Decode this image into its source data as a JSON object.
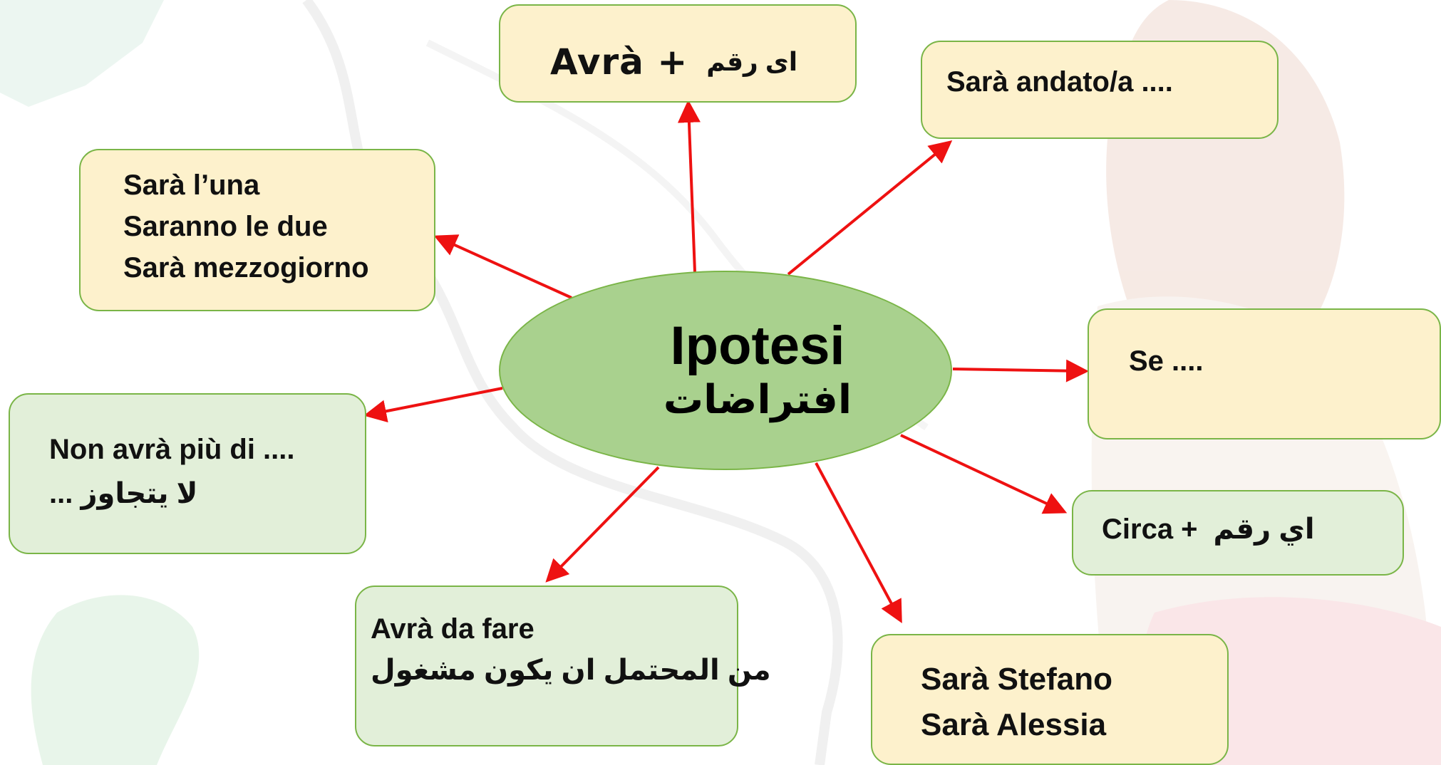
{
  "center": {
    "title": "Ipotesi",
    "subtitle_ar": "افتراضات"
  },
  "boxes": {
    "top": {
      "latin": "Avrà +",
      "arabic": "ای رقم"
    },
    "top_right": {
      "line1": "Sarà andato/a ...."
    },
    "top_left": {
      "lines": [
        "Sarà l’una",
        "Saranno le due",
        "Sarà mezzogiorno"
      ]
    },
    "right": {
      "line1": "Se ...."
    },
    "left": {
      "line1": "Non avrà più di ....",
      "line2_ar": "لا يتجاوز ..."
    },
    "right_lower": {
      "latin": "Circa +",
      "arabic": "اي رقم"
    },
    "bottom_left": {
      "line1": "Avrà da fare",
      "line2_ar": "من المحتمل ان يكون مشغول"
    },
    "bottom_right": {
      "lines": [
        "Sarà Stefano",
        "Sarà Alessia"
      ]
    }
  },
  "colors": {
    "box_yellow": "#fdf1cc",
    "box_green": "#e2efd9",
    "border_green": "#7ab547",
    "ellipse_fill": "#a9d18e",
    "arrow_red": "#ee1111"
  }
}
